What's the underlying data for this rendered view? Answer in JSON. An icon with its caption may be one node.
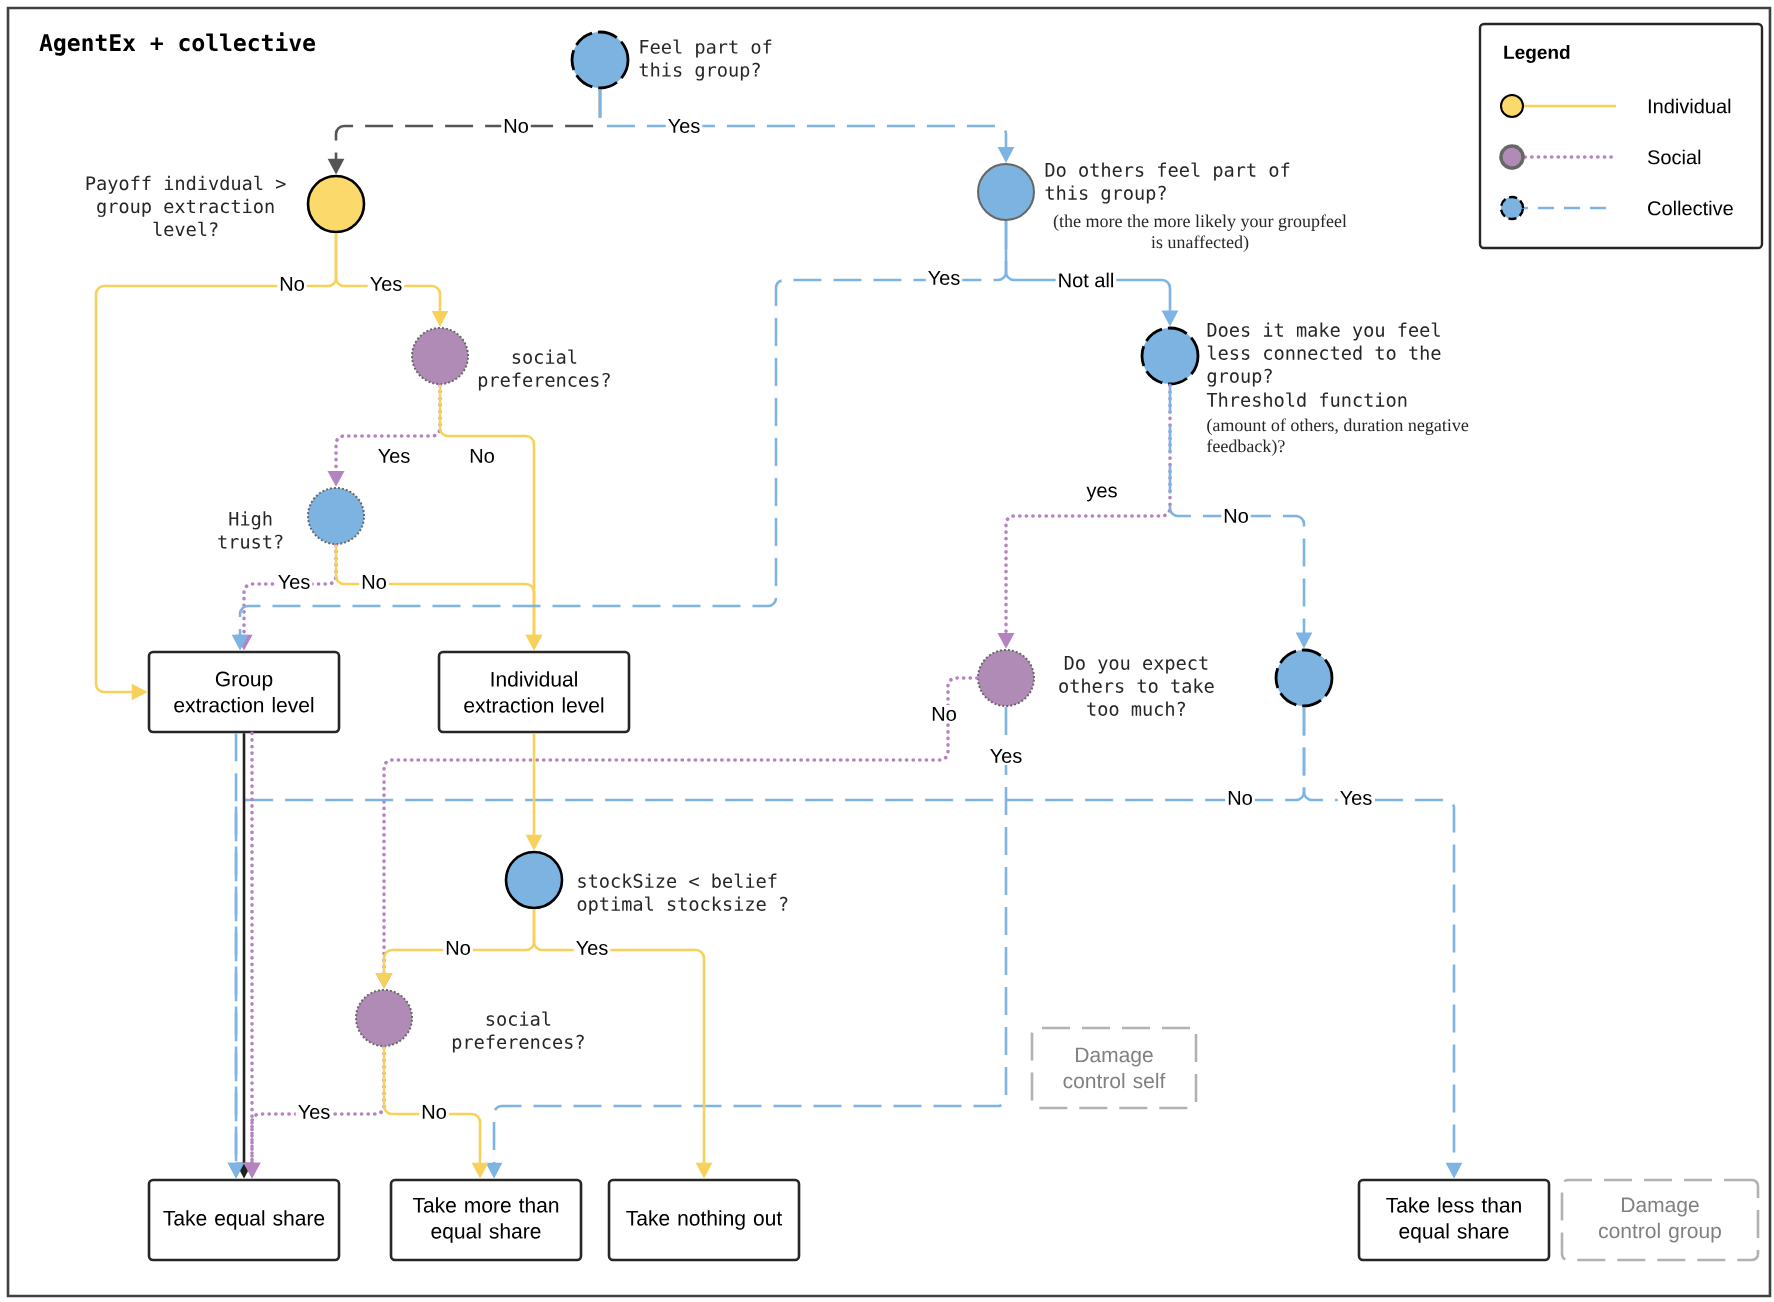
{
  "diagram": {
    "title": "AgentEx + collective",
    "nodes": [
      {
        "text": [
          "Feel part of this group?"
        ]
      },
      {
        "text": [
          "Payoff indivdual > group extraction level?"
        ]
      },
      {
        "text": [
          "Do others feel part of this group?",
          "(the more the more likely your groupfeel is unaffected)"
        ]
      },
      {
        "text": [
          "social preferences?"
        ]
      },
      {
        "text": [
          "Does it make you feel less connected to the group?",
          "Threshold function",
          "(amount of others, duration negative feedback)?"
        ]
      },
      {
        "text": [
          "High trust?"
        ]
      },
      {
        "text": [
          "Group extraction level"
        ]
      },
      {
        "text": [
          "Individual extraction level"
        ]
      },
      {
        "text": [
          "Do you expect others to take too much?"
        ]
      },
      {
        "text": [],
        "shape": "circle"
      },
      {
        "text": [
          "stockSize < belief optimal stocksize ?"
        ]
      },
      {
        "text": [
          "social preferences?"
        ]
      },
      {
        "text": [
          "Take equal share"
        ]
      },
      {
        "text": [
          "Take more than equal share"
        ]
      },
      {
        "text": [
          "Take nothing out"
        ]
      },
      {
        "text": [
          "Take less than equal share"
        ]
      },
      {
        "text": [
          "Damage control self"
        ]
      },
      {
        "text": [
          "Damage control group"
        ]
      }
    ],
    "edges": [
      {
        "from": 0,
        "to": 1,
        "arrow": "to",
        "label": "No",
        "style": "dashed",
        "color": "#555555"
      },
      {
        "from": 0,
        "to": 2,
        "arrow": "to",
        "label": "Yes",
        "style": "dashed",
        "color": "#7db4e3"
      },
      {
        "from": 1,
        "to": 6,
        "arrow": "to",
        "label": "No",
        "color": "#f7d15a"
      },
      {
        "from": 1,
        "to": 3,
        "arrow": "to",
        "label": "Yes",
        "color": "#f7d15a"
      },
      {
        "from": 3,
        "to": 5,
        "arrow": "to",
        "label": "Yes",
        "style": "dashed",
        "color": "#b483c0"
      },
      {
        "from": 3,
        "to": 7,
        "arrow": "to",
        "label": "No",
        "color": "#f7d15a"
      },
      {
        "from": 5,
        "to": 6,
        "arrow": "to",
        "label": "Yes",
        "style": "dashed",
        "color": "#b483c0"
      },
      {
        "from": 5,
        "to": 7,
        "arrow": "to",
        "label": "No",
        "color": "#f7d15a"
      },
      {
        "from": 2,
        "to": 6,
        "arrow": "to",
        "label": "Yes",
        "style": "dashed",
        "color": "#7db4e3"
      },
      {
        "from": 2,
        "to": 4,
        "arrow": "to",
        "label": "Not all",
        "color": "#7db4e3"
      },
      {
        "from": 4,
        "to": 8,
        "arrow": "to",
        "label": "yes",
        "style": "dashed",
        "color": "#b483c0"
      },
      {
        "from": 4,
        "to": 9,
        "arrow": "to",
        "label": "No",
        "style": "dashed",
        "color": "#7db4e3"
      },
      {
        "from": 8,
        "to": 11,
        "arrow": "to",
        "label": "No",
        "style": "dashed",
        "color": "#b483c0"
      },
      {
        "from": 8,
        "to": 13,
        "arrow": "to",
        "label": "Yes",
        "style": "dashed",
        "color": "#7db4e3"
      },
      {
        "from": 9,
        "to": 12,
        "arrow": "to",
        "label": "No",
        "style": "dashed",
        "color": "#7db4e3"
      },
      {
        "from": 9,
        "to": 15,
        "arrow": "to",
        "label": "Yes",
        "style": "dashed",
        "color": "#7db4e3"
      },
      {
        "from": 6,
        "to": 12,
        "arrow": "to",
        "color": "#222222"
      },
      {
        "from": 6,
        "to": 12,
        "arrow": "to",
        "style": "dashed",
        "color": "#b483c0"
      },
      {
        "from": 6,
        "to": 12,
        "arrow": "to",
        "style": "dashed",
        "color": "#7db4e3"
      },
      {
        "from": 7,
        "to": 10,
        "arrow": "to",
        "color": "#f7d15a"
      },
      {
        "from": 10,
        "to": 11,
        "arrow": "to",
        "label": "No",
        "color": "#f7d15a"
      },
      {
        "from": 10,
        "to": 14,
        "arrow": "to",
        "label": "Yes",
        "color": "#f7d15a"
      },
      {
        "from": 11,
        "to": 12,
        "arrow": "to",
        "label": "Yes",
        "style": "dashed",
        "color": "#b483c0"
      },
      {
        "from": 11,
        "to": 13,
        "arrow": "to",
        "label": "No",
        "color": "#f7d15a"
      }
    ],
    "labels": [
      "Legend"
    ],
    "legend": [
      {
        "text": "Individual"
      },
      {
        "text": "Social"
      },
      {
        "text": "Collective"
      }
    ]
  }
}
